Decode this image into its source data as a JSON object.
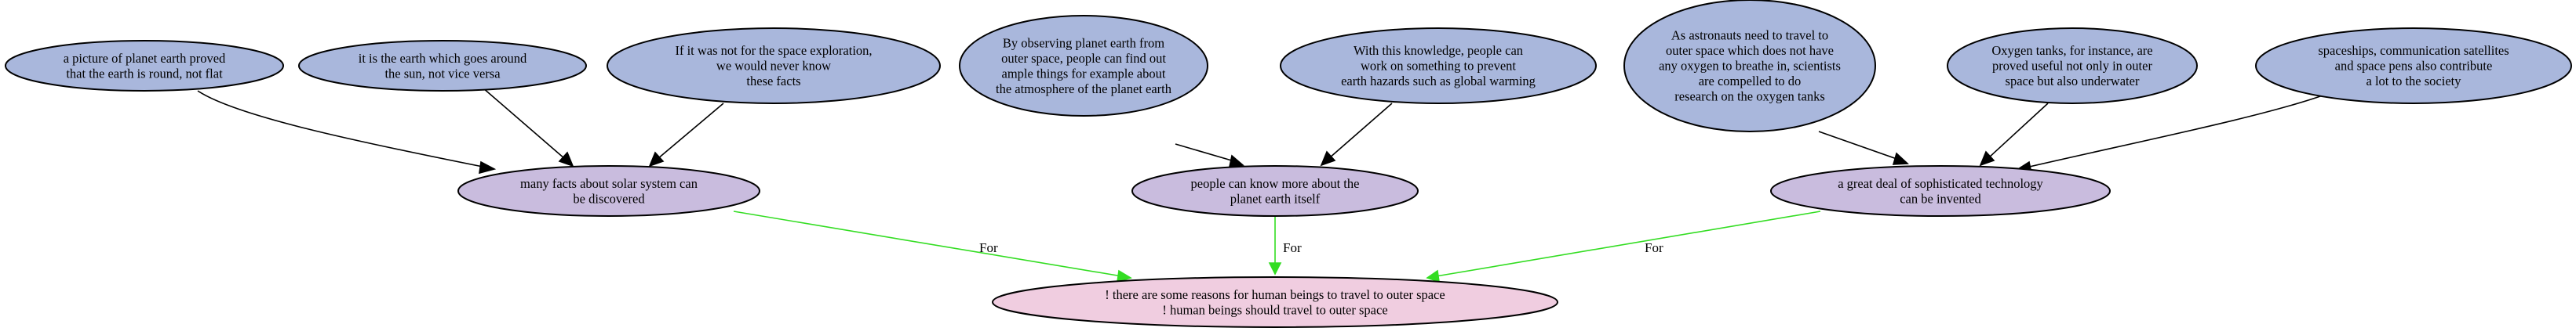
{
  "colors": {
    "premise": "#a9b7dc",
    "reason": "#c9bcde",
    "conclusion": "#f0cde0",
    "support_edge": "#000000",
    "for_edge": "#33dd22"
  },
  "nodes": {
    "p1": {
      "lines": [
        "a picture of planet earth proved",
        "that the earth is round, not flat"
      ]
    },
    "p2": {
      "lines": [
        "it is the earth which goes around",
        "the sun, not vice versa"
      ]
    },
    "p3": {
      "lines": [
        "If it was not for the space exploration,",
        "we would never know",
        "these facts"
      ]
    },
    "p4": {
      "lines": [
        "By observing planet earth from",
        "outer space, people can find out",
        "ample things for example about",
        "the atmosphere of the planet earth"
      ]
    },
    "p5": {
      "lines": [
        "With this knowledge, people can",
        "work on something to prevent",
        "earth hazards such as global warming"
      ]
    },
    "p6": {
      "lines": [
        "As astronauts need to travel to",
        "outer space which does not have",
        "any oxygen to breathe in, scientists",
        "are compelled to do",
        "research on the oxygen tanks"
      ]
    },
    "p7": {
      "lines": [
        "Oxygen tanks, for instance, are",
        "proved useful not only in outer",
        "space but also underwater"
      ]
    },
    "p8": {
      "lines": [
        "spaceships, communication satellites",
        "and space pens also contribute",
        "a lot to the society"
      ]
    },
    "r1": {
      "lines": [
        "many facts about solar system can",
        "be discovered"
      ]
    },
    "r2": {
      "lines": [
        "people can know more about the",
        "planet earth itself"
      ]
    },
    "r3": {
      "lines": [
        "a great deal of sophisticated technology",
        "can be invented"
      ]
    },
    "c1": {
      "lines": [
        "! there are some reasons for human beings to travel to outer space",
        "! human beings should travel to outer space"
      ]
    }
  },
  "edge_labels": {
    "r1_c1": "For",
    "r2_c1": "For",
    "r3_c1": "For"
  }
}
